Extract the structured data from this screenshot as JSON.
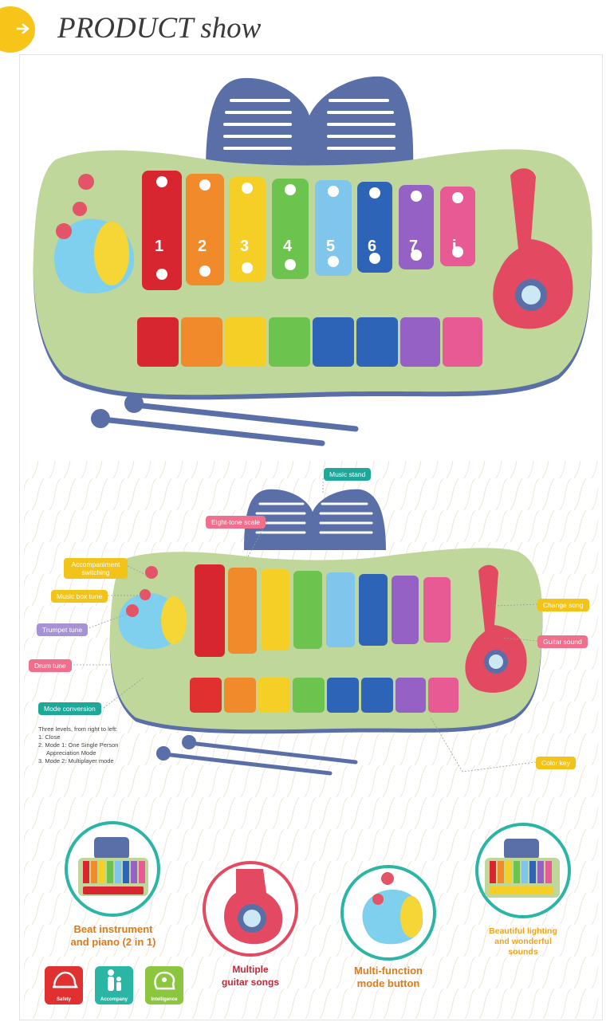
{
  "header": {
    "title": "PRODUCT show"
  },
  "callouts": {
    "music_stand": "Music stand",
    "eight_tone": "Eight-tone scale",
    "accompaniment": "Accompaniment switching",
    "music_box": "Music box tune",
    "trumpet": "Trumpet tune",
    "drum": "Drum tune",
    "mode": "Mode conversion",
    "change_song": "Change song",
    "guitar_sound": "Guitar sound",
    "color_key": "Color key"
  },
  "mode_note": {
    "line1": "Three levels, from right to left:",
    "line2": "1. Close",
    "line3": "2. Mode 1: One Single Person",
    "line4": "Appreciation Mode",
    "line5": "3. Mode 2: Multiplayer mode"
  },
  "features": {
    "f1_line1": "Beat instrument",
    "f1_line2": "and piano (2 in 1)",
    "f2_line1": "Multiple",
    "f2_line2": "guitar songs",
    "f3_line1": "Multi-function",
    "f3_line2": "mode button",
    "f4_line1": "Beautiful lighting",
    "f4_line2": "and wonderful",
    "f4_line3": "sounds"
  },
  "icons": {
    "safety": "Safety",
    "accompany": "Accompany",
    "intelligence": "Intelligence"
  },
  "bar_numbers": [
    "1",
    "2",
    "3",
    "4",
    "5",
    "6",
    "7",
    "i"
  ],
  "colors": {
    "badge": "#f7c419",
    "body_green": "#bfd79a",
    "stand_blue": "#5a6fa8",
    "guitar_red": "#e34a62",
    "callout_teal": "#1fa89a",
    "callout_pink": "#ef6f8c",
    "callout_yellow": "#f2c318",
    "callout_purple": "#a792d6",
    "caption_orange": "#e07a15",
    "caption_red": "#c0283a"
  }
}
